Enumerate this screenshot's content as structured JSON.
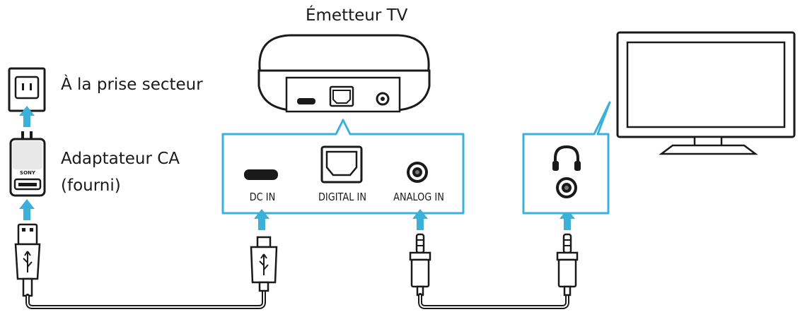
{
  "labels": {
    "transmitter_title": "Émetteur TV",
    "wall_outlet": "À la prise secteur",
    "adapter_line1": "Adaptateur CA",
    "adapter_line2": "(fourni)",
    "dc_in": "DC IN",
    "digital_in": "DIGITAL IN",
    "analog_in": "ANALOG IN",
    "sony_brand": "SONY"
  },
  "colors": {
    "accent": "#3bb0d8",
    "line": "#1a1a1a",
    "background": "#ffffff"
  }
}
